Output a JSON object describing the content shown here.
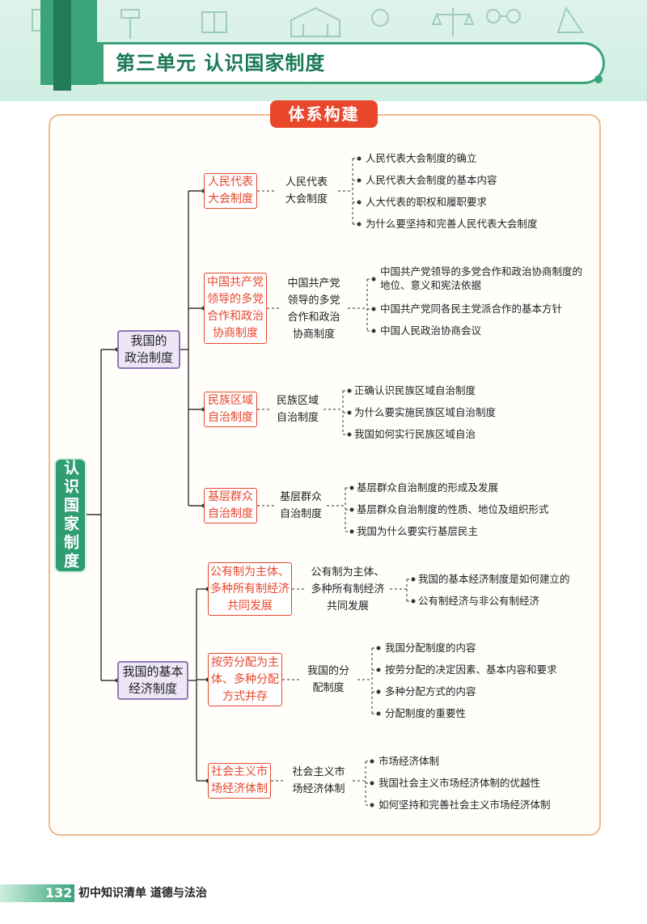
{
  "header": {
    "unit_title": "第三单元   认识国家制度",
    "pattern_icons": [
      "scales-icon",
      "hammer-icon",
      "building-icon",
      "handcuffs-icon",
      "book-icon"
    ]
  },
  "section_badge": "体系构建",
  "root": "认识国家制度",
  "branches": [
    {
      "label": "我国的\n政治制度",
      "children": [
        {
          "label": "人民代表\n大会制度",
          "detail": "人民代表\n大会制度",
          "leaves": [
            "人民代表大会制度的确立",
            "人民代表大会制度的基本内容",
            "人大代表的职权和履职要求",
            "为什么要坚持和完善人民代表大会制度"
          ]
        },
        {
          "label": "中国共产党\n领导的多党\n合作和政治\n协商制度",
          "detail": "中国共产党\n领导的多党\n合作和政治\n协商制度",
          "leaves": [
            "中国共产党领导的多党合作和政治协商制度的地位、意义和宪法依据",
            "中国共产党同各民主党派合作的基本方针",
            "中国人民政治协商会议"
          ]
        },
        {
          "label": "民族区域\n自治制度",
          "detail": "民族区域\n自治制度",
          "leaves": [
            "正确认识民族区域自治制度",
            "为什么要实施民族区域自治制度",
            "我国如何实行民族区域自治"
          ]
        },
        {
          "label": "基层群众\n自治制度",
          "detail": "基层群众\n自治制度",
          "leaves": [
            "基层群众自治制度的形成及发展",
            "基层群众自治制度的性质、地位及组织形式",
            "我国为什么要实行基层民主"
          ]
        }
      ]
    },
    {
      "label": "我国的基本\n经济制度",
      "children": [
        {
          "label": "公有制为主体、\n多种所有制经济\n共同发展",
          "detail": "公有制为主体、\n多种所有制经济\n共同发展",
          "leaves": [
            "我国的基本经济制度是如何建立的",
            "公有制经济与非公有制经济"
          ]
        },
        {
          "label": "按劳分配为主\n体、多种分配\n方式并存",
          "detail": "我国的分\n配制度",
          "leaves": [
            "我国分配制度的内容",
            "按劳分配的决定因素、基本内容和要求",
            "多种分配方式的内容",
            "分配制度的重要性"
          ]
        },
        {
          "label": "社会主义市\n场经济体制",
          "detail": "社会主义市\n场经济体制",
          "leaves": [
            "市场经济体制",
            "我国社会主义市场经济体制的优越性",
            "如何坚持和完善社会主义市场经济体制"
          ]
        }
      ]
    }
  ],
  "footer": {
    "page_number": "132",
    "book_title": "初中知识清单   道德与法治"
  },
  "colors": {
    "brand_green": "#3aa37a",
    "accent_red": "#e8472c",
    "panel_border": "#f2b98b",
    "l1_fill": "#ece6f6"
  }
}
